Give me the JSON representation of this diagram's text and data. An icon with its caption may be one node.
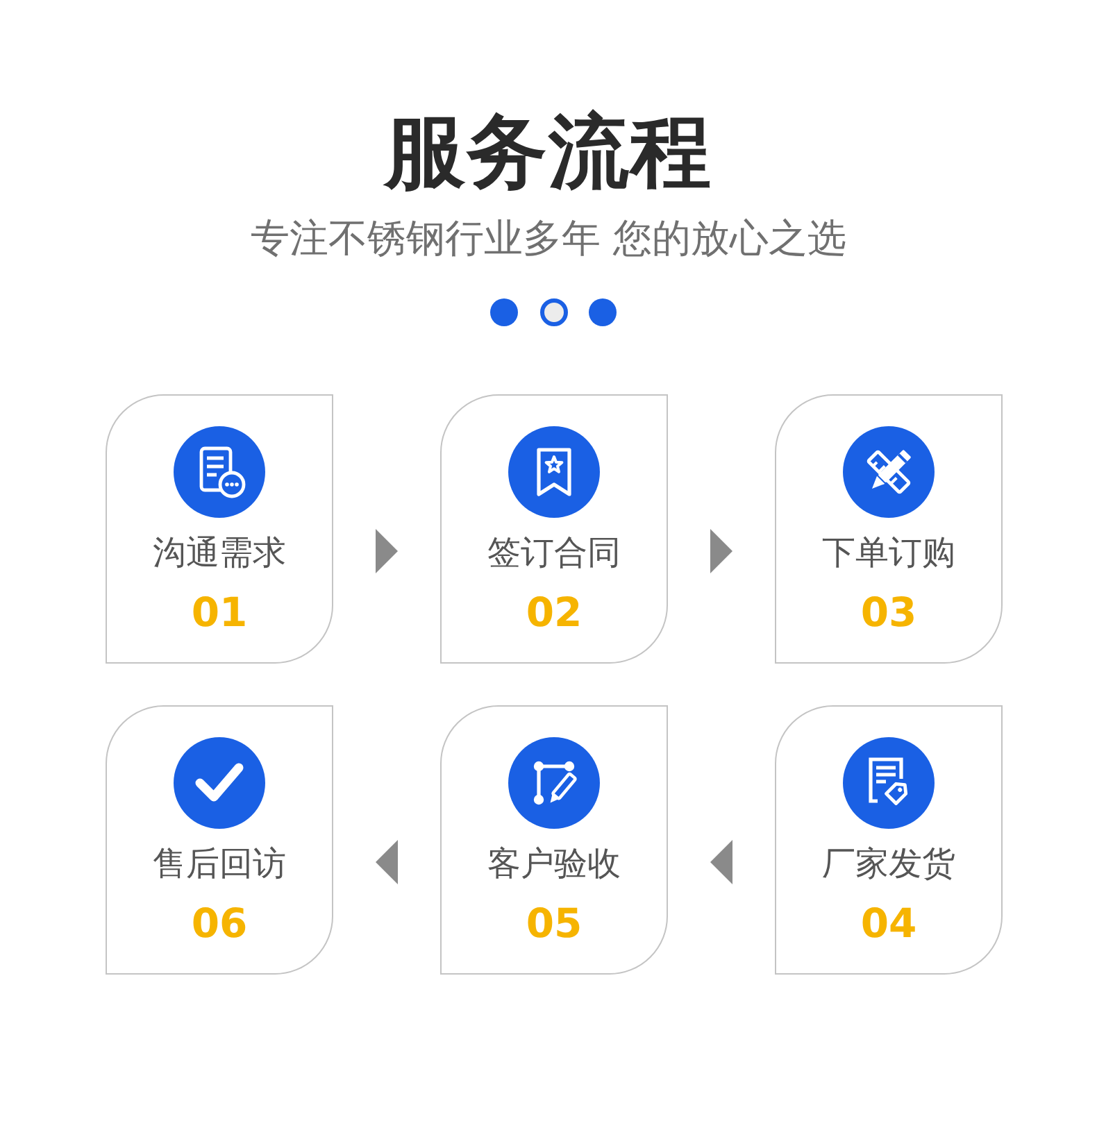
{
  "diagram": {
    "title": "服务流程",
    "nodes": [
      {
        "text": [
          "沟通需求",
          "01"
        ]
      },
      {
        "text": [
          "签订合同",
          "02"
        ]
      },
      {
        "text": [
          "下单订购",
          "03"
        ]
      },
      {
        "text": [
          "厂家发货",
          "04"
        ]
      },
      {
        "text": [
          "客户验收",
          "05"
        ]
      },
      {
        "text": [
          "售后回访",
          "06"
        ]
      }
    ],
    "edges": [
      {
        "from": 0,
        "to": 1,
        "arrow": "to"
      },
      {
        "from": 1,
        "to": 2,
        "arrow": "to"
      },
      {
        "from": 3,
        "to": 4,
        "arrow": "to"
      },
      {
        "from": 4,
        "to": 5,
        "arrow": "to"
      }
    ],
    "labels": [
      "专注不锈钢行业多年 您的放心之选"
    ]
  }
}
